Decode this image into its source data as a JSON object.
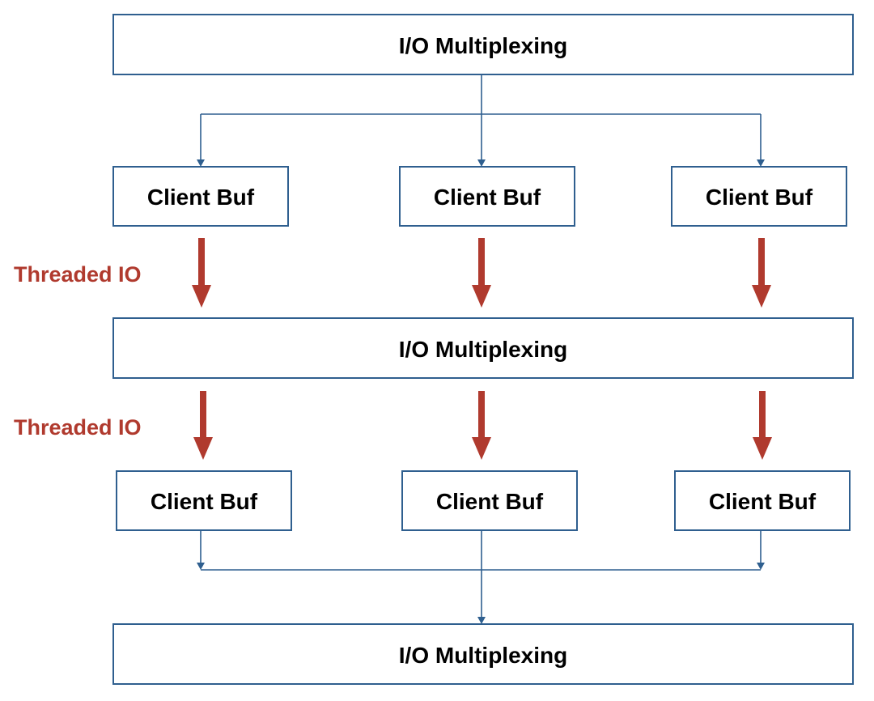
{
  "diagram": {
    "multiplexers": [
      {
        "label": "I/O Multiplexing"
      },
      {
        "label": "I/O Multiplexing"
      },
      {
        "label": "I/O Multiplexing"
      }
    ],
    "buffers_upper": [
      {
        "label": "Client Buf"
      },
      {
        "label": "Client Buf"
      },
      {
        "label": "Client Buf"
      }
    ],
    "buffers_lower": [
      {
        "label": "Client Buf"
      },
      {
        "label": "Client Buf"
      },
      {
        "label": "Client Buf"
      }
    ],
    "stages": [
      {
        "label": "Threaded IO"
      },
      {
        "label": "Threaded IO"
      }
    ],
    "colors": {
      "box_border": "#2f5f8f",
      "connector": "#2f5f8f",
      "threaded_io": "#b03a2e",
      "text": "#000000",
      "background": "#ffffff"
    }
  }
}
